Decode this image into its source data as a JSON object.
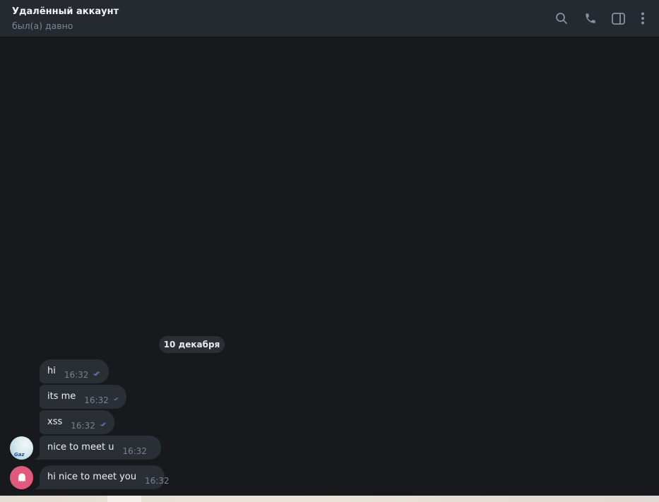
{
  "header": {
    "title": "Удалённый аккаунт",
    "status": "был(а) давно",
    "icons": [
      "search-icon",
      "phone-icon",
      "sidebar-toggle-icon",
      "more-vertical-icon"
    ]
  },
  "chat": {
    "date_separator": "10 декабря",
    "messages": [
      {
        "text": "hi",
        "time": "16:32",
        "read": true,
        "sender": "other-1"
      },
      {
        "text": "its me",
        "time": "16:32",
        "read": true,
        "sender": "other-1"
      },
      {
        "text": "xss",
        "time": "16:32",
        "read": true,
        "sender": "other-1"
      },
      {
        "text": "nice to meet u",
        "time": "16:32",
        "read": true,
        "sender": "other-1",
        "avatar": "photo-avatar"
      },
      {
        "text": "hi nice to meet you",
        "time": "16:32",
        "read": false,
        "sender": "other-2",
        "avatar": "ghost-avatar"
      }
    ]
  },
  "colors": {
    "background": "#17191d",
    "header": "#252930",
    "bubble": "#2a2e35",
    "read_check": "#8b7fd6",
    "ghost_avatar": "#e05a7e"
  }
}
